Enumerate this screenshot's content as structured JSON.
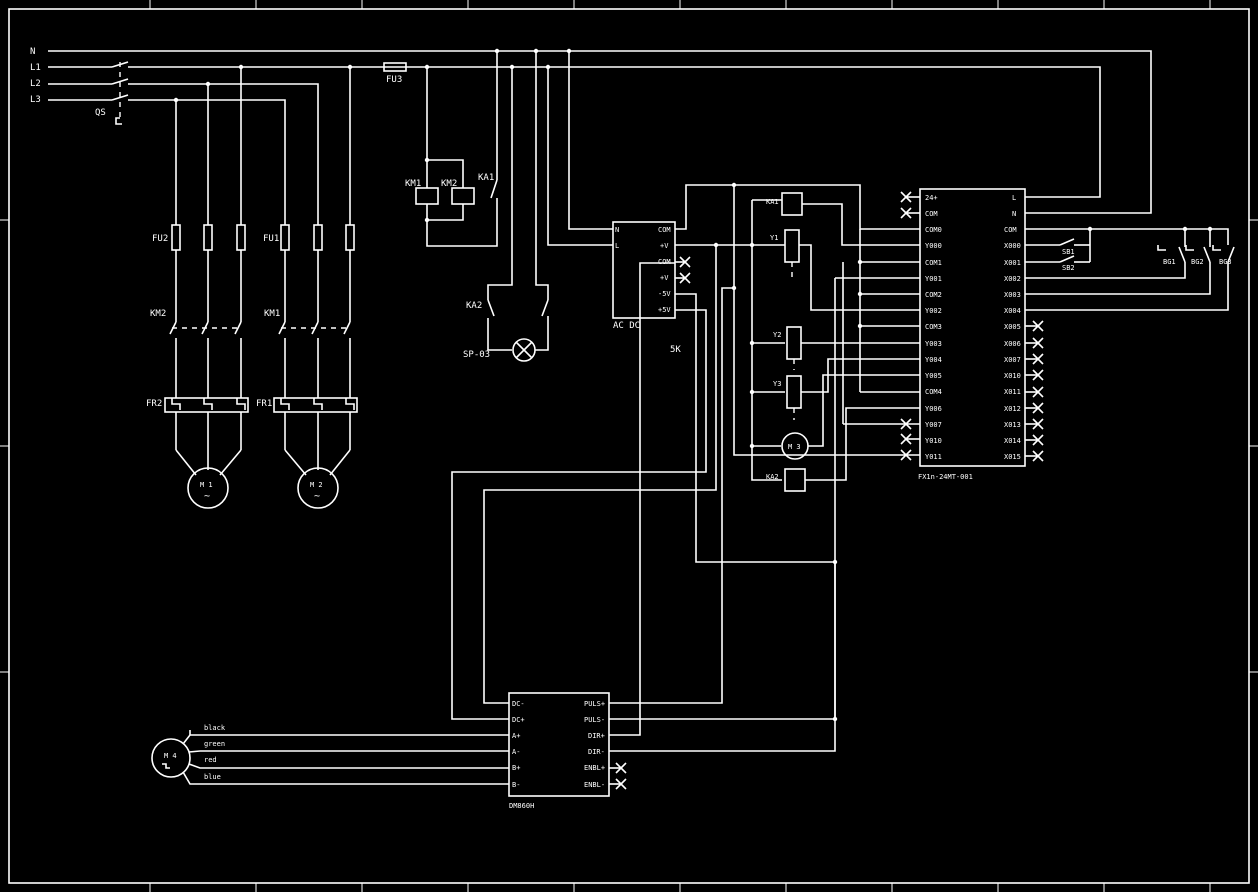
{
  "power_lines": [
    "N",
    "L1",
    "L2",
    "L3"
  ],
  "switch_label": "QS",
  "fuses": {
    "fu1": "FU1",
    "fu2": "FU2",
    "fu3": "FU3"
  },
  "contactors": {
    "km1": "KM1",
    "km2": "KM2"
  },
  "thermal_relays": {
    "fr1": "FR1",
    "fr2": "FR2"
  },
  "motors": {
    "m1": "M 1",
    "m2": "M 2",
    "m3": "M 3",
    "m4": "M 4",
    "ac_symbol": "~"
  },
  "relays": {
    "ka1": "KA1",
    "ka2": "KA2"
  },
  "valves": {
    "y1": "Y1",
    "y2": "Y2",
    "y3": "Y3"
  },
  "indicator": "SP-03",
  "psu": {
    "caption": "AC DC",
    "left_pins": [
      "N",
      "L"
    ],
    "right_pins": [
      "COM",
      "+V",
      "COM",
      "+V",
      "-5V",
      "+5V"
    ],
    "resistor": "5K"
  },
  "plc": {
    "model": "FX1n-24MT-001",
    "left_pins": [
      "24+",
      "COM",
      "COM0",
      "Y000",
      "COM1",
      "Y001",
      "COM2",
      "Y002",
      "COM3",
      "Y003",
      "Y004",
      "Y005",
      "COM4",
      "Y006",
      "Y007",
      "Y010",
      "Y011"
    ],
    "right_pins": [
      "L",
      "N",
      "COM",
      "X000",
      "X001",
      "X002",
      "X003",
      "X004",
      "X005",
      "X006",
      "X007",
      "X010",
      "X011",
      "X012",
      "X013",
      "X014",
      "X015"
    ]
  },
  "switches": {
    "sb1": "SB1",
    "sb2": "SB2",
    "bg1": "BG1",
    "bg2": "BG2",
    "bg3": "BG3"
  },
  "driver": {
    "model": "DM860H",
    "left_pins": [
      "DC-",
      "DC+",
      "A+",
      "A-",
      "B+",
      "B-"
    ],
    "right_pins": [
      "PULS+",
      "PULS-",
      "DIR+",
      "DIR-",
      "ENBL+",
      "ENBL-"
    ]
  },
  "stepper_wires": [
    "black",
    "green",
    "red",
    "blue"
  ]
}
